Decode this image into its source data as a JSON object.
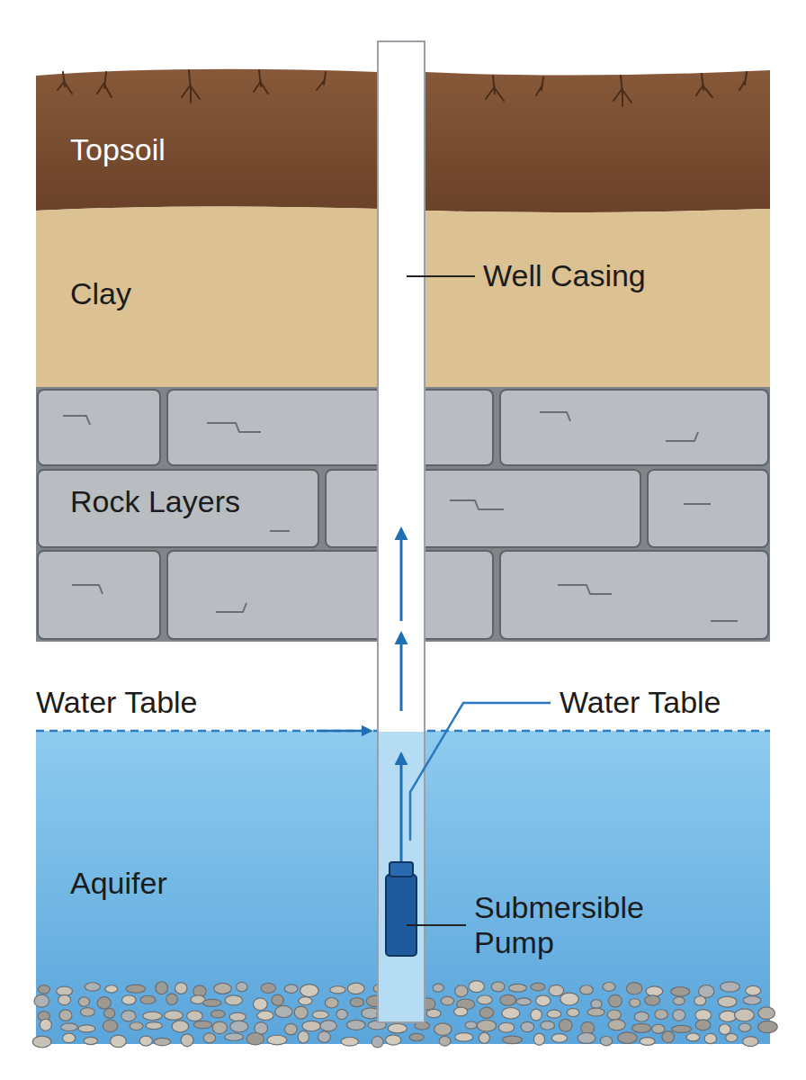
{
  "diagram": {
    "nodes": [
      {
        "text": [
          "Topsoil"
        ]
      },
      {
        "text": [
          "Clay"
        ]
      },
      {
        "text": [
          "Rock Layers"
        ]
      },
      {
        "text": [
          "Aquifer"
        ]
      }
    ],
    "labels": [
      "Well Casing",
      "Water Table",
      "Water Table",
      "Submersible Pump"
    ]
  }
}
